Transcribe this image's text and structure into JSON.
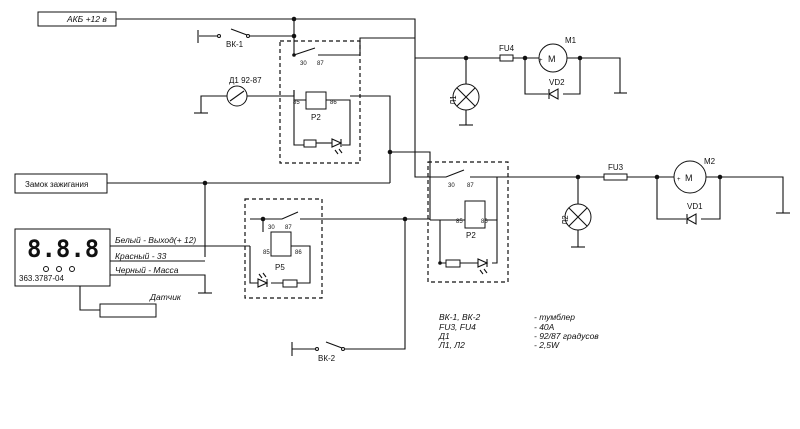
{
  "labels": {
    "battery": "АКБ +12 в",
    "ignition": "Замок зажигания",
    "vk1": "ВК-1",
    "vk2": "ВК-2",
    "d1": "Д1 92-87",
    "fu4": "FU4",
    "fu3": "FU3",
    "m1": "M1",
    "m2": "M2",
    "vd1": "VD1",
    "vd2": "VD2",
    "l1": "Л1",
    "l2": "Л2",
    "relay_p2": "P2",
    "relay_p5": "P5",
    "pin30": "30",
    "pin87": "87",
    "pin85": "85",
    "pin86": "86",
    "controller_display": "8.8.8",
    "controller_model": "363.3787-04",
    "wire_white": "Белый - Выход(+ 12)",
    "wire_red": "Красный - 33",
    "wire_black": "Черный - Масса",
    "sensor": "Датчик",
    "motor_symbol": "M"
  },
  "legend": {
    "names": [
      "ВК-1, ВК-2",
      "FU3, FU4",
      "Д1",
      "Л1, Л2"
    ],
    "values": [
      "- тумблер",
      "- 40A",
      "- 92/87 градусов",
      "- 2,5W"
    ]
  }
}
